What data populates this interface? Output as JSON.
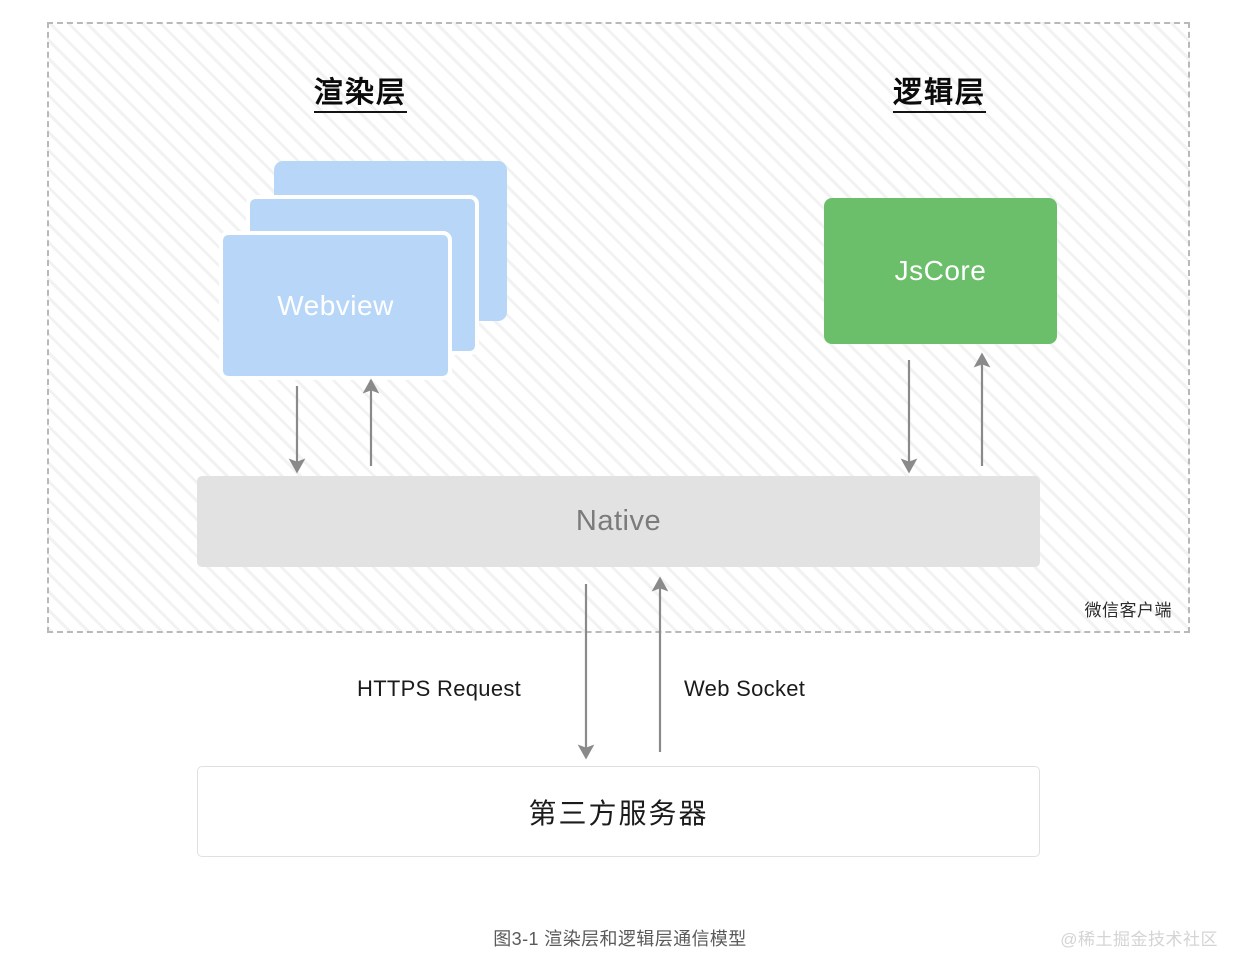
{
  "figure": {
    "caption": "图3-1 渲染层和逻辑层通信模型",
    "watermark": "@稀土掘金技术社区"
  },
  "client_container": {
    "label": "微信客户端",
    "border_style": "dashed",
    "border_color": "#b9b9b9",
    "hatch_color": "#f2f2f2"
  },
  "layers": {
    "render": {
      "title": "渲染层"
    },
    "logic": {
      "title": "逻辑层"
    }
  },
  "nodes": {
    "webview": {
      "label": "Webview",
      "color": "#b8d7f8",
      "text_color": "#ffffff",
      "stack_count": 3
    },
    "jscore": {
      "label": "JsCore",
      "color": "#6cbf6a",
      "text_color": "#ffffff"
    },
    "native": {
      "label": "Native",
      "color": "#e2e2e2",
      "text_color": "#7b7b7b"
    },
    "server": {
      "label": "第三方服务器",
      "color": "#ffffff",
      "text_color": "#1b1b1b",
      "border_color": "#e0e0e0"
    }
  },
  "connections": {
    "webview_to_native": {
      "direction": "down",
      "color": "#8a8a8a"
    },
    "native_to_webview": {
      "direction": "up",
      "color": "#8a8a8a"
    },
    "jscore_to_native": {
      "direction": "down",
      "color": "#8a8a8a"
    },
    "native_to_jscore": {
      "direction": "up",
      "color": "#8a8a8a"
    },
    "native_to_server": {
      "label": "HTTPS Request",
      "direction": "down",
      "color": "#8a8a8a"
    },
    "server_to_native": {
      "label": "Web Socket",
      "direction": "up",
      "color": "#8a8a8a"
    }
  }
}
